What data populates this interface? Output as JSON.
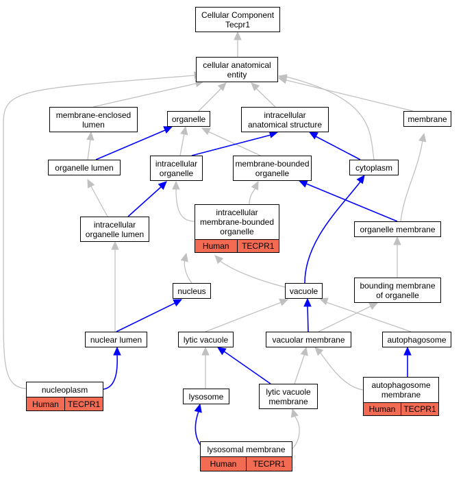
{
  "colors": {
    "is_a": "#c0c0c0",
    "part_of": "#0000ff",
    "annotation": "#f26b52"
  },
  "nodes": {
    "root": "Cellular Component\nTecpr1",
    "cae": "cellular anatomical\nentity",
    "mel": "membrane-enclosed\nlumen",
    "org": "organelle",
    "ias": "intracellular\nanatomical structure",
    "mem": "membrane",
    "ol": "organelle lumen",
    "io": "intracellular\norganelle",
    "mbo": "membrane-bounded\norganelle",
    "cyt": "cytoplasm",
    "iol": "intracellular\norganelle lumen",
    "imbo": "intracellular\nmembrane-bounded\norganelle",
    "om": "organelle membrane",
    "nuc": "nucleus",
    "vac": "vacuole",
    "bmo": "bounding membrane\nof organelle",
    "nl": "nuclear lumen",
    "lv": "lytic vacuole",
    "vm": "vacuolar membrane",
    "aph": "autophagosome",
    "np": "nucleoplasm",
    "lys": "lysosome",
    "lvm": "lytic vacuole\nmembrane",
    "apm": "autophagosome\nmembrane",
    "lm": "lysosomal membrane"
  },
  "annotations": {
    "imbo": [
      "Human",
      "TECPR1"
    ],
    "np": [
      "Human",
      "TECPR1"
    ],
    "apm": [
      "Human",
      "TECPR1"
    ],
    "lm": [
      "Human",
      "TECPR1"
    ]
  }
}
